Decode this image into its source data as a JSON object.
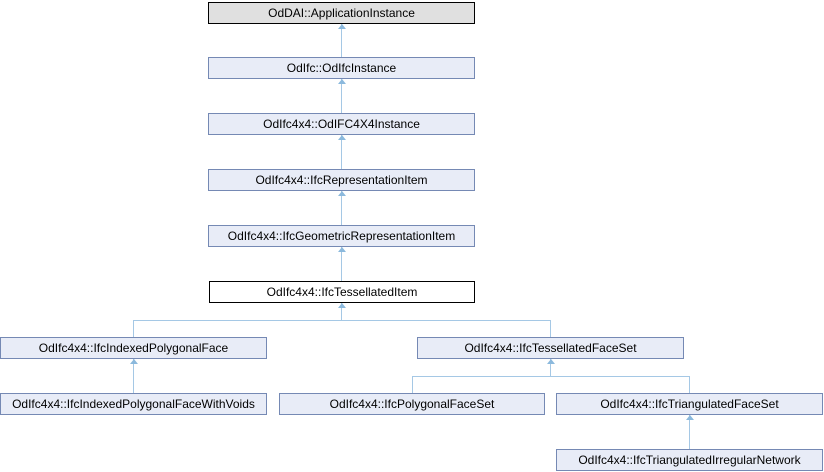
{
  "diagram": {
    "kind": "class-inheritance-graph",
    "colors": {
      "background": "#ffffff",
      "node_fill": "#e8ecf7",
      "node_border": "#7589b4",
      "root_node_fill": "#e0e0e0",
      "root_node_border": "#000000",
      "current_node_fill": "#ffffff",
      "current_node_border": "#000000",
      "edge_line": "#a5c8e5",
      "edge_arrow": "#8bb9dd",
      "text": "#000000"
    },
    "nodes": [
      {
        "label": "OdDAI::ApplicationInstance",
        "variant": "root"
      },
      {
        "label": "OdIfc::OdIfcInstance",
        "variant": "link"
      },
      {
        "label": "OdIfc4x4::OdIFC4X4Instance",
        "variant": "link"
      },
      {
        "label": "OdIfc4x4::IfcRepresentationItem",
        "variant": "link"
      },
      {
        "label": "OdIfc4x4::IfcGeometricRepresentationItem",
        "variant": "link"
      },
      {
        "label": "OdIfc4x4::IfcTessellatedItem",
        "variant": "current"
      },
      {
        "label": "OdIfc4x4::IfcIndexedPolygonalFace",
        "variant": "link"
      },
      {
        "label": "OdIfc4x4::IfcTessellatedFaceSet",
        "variant": "link"
      },
      {
        "label": "OdIfc4x4::IfcIndexedPolygonalFaceWithVoids",
        "variant": "link"
      },
      {
        "label": "OdIfc4x4::IfcPolygonalFaceSet",
        "variant": "link"
      },
      {
        "label": "OdIfc4x4::IfcTriangulatedFaceSet",
        "variant": "link"
      },
      {
        "label": "OdIfc4x4::IfcTriangulatedIrregularNetwork",
        "variant": "link"
      }
    ],
    "edges": [
      {
        "child": "OdIfc::OdIfcInstance",
        "parent": "OdDAI::ApplicationInstance"
      },
      {
        "child": "OdIfc4x4::OdIFC4X4Instance",
        "parent": "OdIfc::OdIfcInstance"
      },
      {
        "child": "OdIfc4x4::IfcRepresentationItem",
        "parent": "OdIfc4x4::OdIFC4X4Instance"
      },
      {
        "child": "OdIfc4x4::IfcGeometricRepresentationItem",
        "parent": "OdIfc4x4::IfcRepresentationItem"
      },
      {
        "child": "OdIfc4x4::IfcTessellatedItem",
        "parent": "OdIfc4x4::IfcGeometricRepresentationItem"
      },
      {
        "child": "OdIfc4x4::IfcIndexedPolygonalFace",
        "parent": "OdIfc4x4::IfcTessellatedItem"
      },
      {
        "child": "OdIfc4x4::IfcTessellatedFaceSet",
        "parent": "OdIfc4x4::IfcTessellatedItem"
      },
      {
        "child": "OdIfc4x4::IfcIndexedPolygonalFaceWithVoids",
        "parent": "OdIfc4x4::IfcIndexedPolygonalFace"
      },
      {
        "child": "OdIfc4x4::IfcPolygonalFaceSet",
        "parent": "OdIfc4x4::IfcTessellatedFaceSet"
      },
      {
        "child": "OdIfc4x4::IfcTriangulatedFaceSet",
        "parent": "OdIfc4x4::IfcTessellatedFaceSet"
      },
      {
        "child": "OdIfc4x4::IfcTriangulatedIrregularNetwork",
        "parent": "OdIfc4x4::IfcTriangulatedFaceSet"
      }
    ]
  },
  "nodes": [
    {
      "label": "OdDAI::ApplicationInstance"
    },
    {
      "label": "OdIfc::OdIfcInstance"
    },
    {
      "label": "OdIfc4x4::OdIFC4X4Instance"
    },
    {
      "label": "OdIfc4x4::IfcRepresentationItem"
    },
    {
      "label": "OdIfc4x4::IfcGeometricRepresentationItem"
    },
    {
      "label": "OdIfc4x4::IfcTessellatedItem"
    },
    {
      "label": "OdIfc4x4::IfcIndexedPolygonalFace"
    },
    {
      "label": "OdIfc4x4::IfcTessellatedFaceSet"
    },
    {
      "label": "OdIfc4x4::IfcIndexedPolygonalFaceWithVoids"
    },
    {
      "label": "OdIfc4x4::IfcPolygonalFaceSet"
    },
    {
      "label": "OdIfc4x4::IfcTriangulatedFaceSet"
    },
    {
      "label": "OdIfc4x4::IfcTriangulatedIrregularNetwork"
    }
  ]
}
